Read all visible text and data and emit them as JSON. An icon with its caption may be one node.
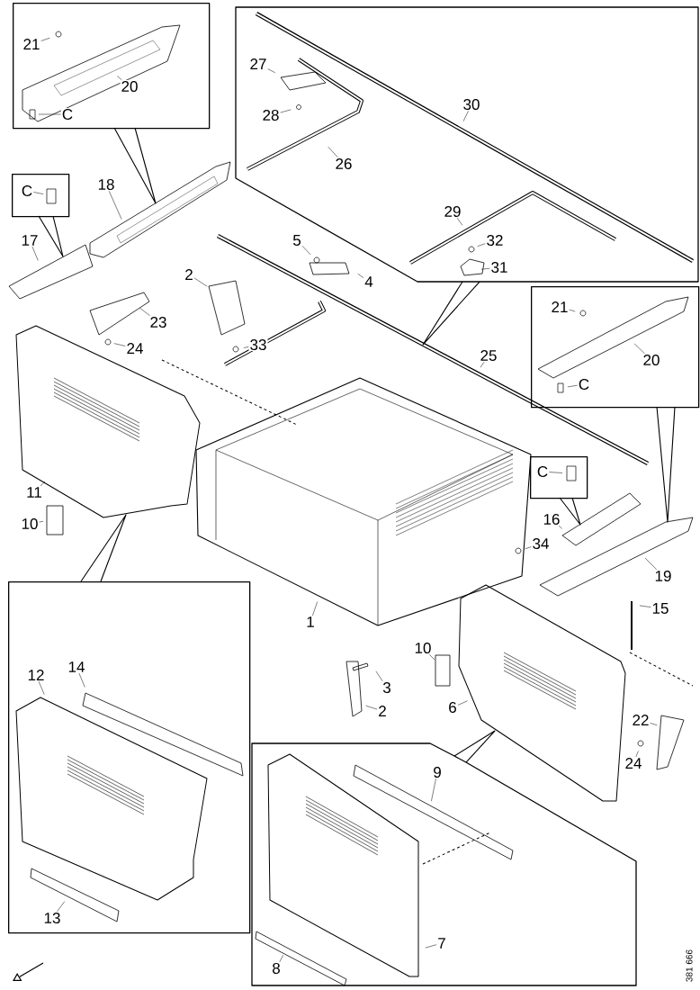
{
  "diagram": {
    "nodes": [
      {
        "text": [],
        "shape": "box"
      },
      {
        "text": [
          "21"
        ],
        "in": 0
      },
      {
        "text": [
          "20"
        ],
        "in": 0
      },
      {
        "text": [
          "C"
        ],
        "in": 0
      },
      {
        "text": [],
        "shape": "box"
      },
      {
        "text": [
          "27"
        ],
        "in": 4
      },
      {
        "text": [
          "28"
        ],
        "in": 4
      },
      {
        "text": [
          "30"
        ],
        "in": 4
      },
      {
        "text": [
          "26"
        ],
        "in": 4
      },
      {
        "text": [
          "29"
        ],
        "in": 4
      },
      {
        "text": [
          "32"
        ],
        "in": 4
      },
      {
        "text": [
          "31"
        ],
        "in": 4
      },
      {
        "text": [
          "18"
        ]
      },
      {
        "text": [],
        "shape": "box"
      },
      {
        "text": [
          "C"
        ],
        "in": 13
      },
      {
        "text": [
          "17"
        ]
      },
      {
        "text": [
          "5"
        ]
      },
      {
        "text": [
          "4"
        ]
      },
      {
        "text": [
          "2"
        ]
      },
      {
        "text": [
          "23"
        ]
      },
      {
        "text": [
          "24"
        ]
      },
      {
        "text": [
          "33"
        ]
      },
      {
        "text": [],
        "shape": "box"
      },
      {
        "text": [
          "21"
        ],
        "in": 22
      },
      {
        "text": [
          "20"
        ],
        "in": 22
      },
      {
        "text": [
          "C"
        ],
        "in": 22
      },
      {
        "text": [
          "25"
        ]
      },
      {
        "text": [
          "11"
        ]
      },
      {
        "text": [
          "10"
        ]
      },
      {
        "text": [],
        "shape": "box"
      },
      {
        "text": [
          "C"
        ],
        "in": 29
      },
      {
        "text": [
          "16"
        ]
      },
      {
        "text": [
          "34"
        ]
      },
      {
        "text": [
          "19"
        ]
      },
      {
        "text": [
          "15"
        ]
      },
      {
        "text": [
          "1"
        ]
      },
      {
        "text": [
          "10"
        ]
      },
      {
        "text": [
          "3"
        ]
      },
      {
        "text": [
          "2"
        ]
      },
      {
        "text": [
          "6"
        ]
      },
      {
        "text": [
          "22"
        ]
      },
      {
        "text": [
          "24"
        ]
      },
      {
        "text": [],
        "shape": "box"
      },
      {
        "text": [
          "12"
        ],
        "in": 42
      },
      {
        "text": [
          "14"
        ],
        "in": 42
      },
      {
        "text": [
          "13"
        ],
        "in": 42
      },
      {
        "text": [],
        "shape": "box"
      },
      {
        "text": [
          "9"
        ],
        "in": 46
      },
      {
        "text": [
          "7"
        ],
        "in": 46
      },
      {
        "text": [
          "8"
        ],
        "in": 46
      }
    ],
    "edges": [
      {
        "from": 1,
        "to": null,
        "arrow": "none"
      },
      {
        "from": 2,
        "to": null,
        "arrow": "none"
      },
      {
        "from": 3,
        "to": null,
        "arrow": "none"
      },
      {
        "from": 5,
        "to": null,
        "arrow": "none"
      },
      {
        "from": 6,
        "to": null,
        "arrow": "none"
      },
      {
        "from": 7,
        "to": null,
        "arrow": "none"
      },
      {
        "from": 8,
        "to": null,
        "arrow": "none"
      },
      {
        "from": 9,
        "to": null,
        "arrow": "none"
      },
      {
        "from": 10,
        "to": null,
        "arrow": "none"
      },
      {
        "from": 11,
        "to": null,
        "arrow": "none"
      },
      {
        "from": 12,
        "to": null,
        "arrow": "none"
      },
      {
        "from": 14,
        "to": null,
        "arrow": "none"
      },
      {
        "from": 15,
        "to": null,
        "arrow": "none"
      },
      {
        "from": 16,
        "to": null,
        "arrow": "none"
      },
      {
        "from": 17,
        "to": null,
        "arrow": "none"
      },
      {
        "from": 18,
        "to": null,
        "arrow": "none"
      },
      {
        "from": 19,
        "to": null,
        "arrow": "none"
      },
      {
        "from": 20,
        "to": null,
        "arrow": "none"
      },
      {
        "from": 21,
        "to": null,
        "arrow": "none"
      },
      {
        "from": 23,
        "to": null,
        "arrow": "none"
      },
      {
        "from": 24,
        "to": null,
        "arrow": "none"
      },
      {
        "from": 25,
        "to": null,
        "arrow": "none"
      },
      {
        "from": 26,
        "to": null,
        "arrow": "none"
      },
      {
        "from": 27,
        "to": null,
        "arrow": "none"
      },
      {
        "from": 28,
        "to": null,
        "arrow": "none"
      },
      {
        "from": 30,
        "to": null,
        "arrow": "none"
      },
      {
        "from": 31,
        "to": null,
        "arrow": "none"
      },
      {
        "from": 32,
        "to": null,
        "arrow": "none"
      },
      {
        "from": 33,
        "to": null,
        "arrow": "none"
      },
      {
        "from": 34,
        "to": null,
        "arrow": "none"
      },
      {
        "from": 35,
        "to": null,
        "arrow": "none"
      },
      {
        "from": 36,
        "to": null,
        "arrow": "none"
      },
      {
        "from": 37,
        "to": null,
        "arrow": "none"
      },
      {
        "from": 38,
        "to": null,
        "arrow": "none"
      },
      {
        "from": 39,
        "to": null,
        "arrow": "none"
      },
      {
        "from": 40,
        "to": null,
        "arrow": "none"
      },
      {
        "from": 41,
        "to": null,
        "arrow": "none"
      },
      {
        "from": 43,
        "to": null,
        "arrow": "none"
      },
      {
        "from": 44,
        "to": null,
        "arrow": "none"
      },
      {
        "from": 45,
        "to": null,
        "arrow": "none"
      },
      {
        "from": 47,
        "to": null,
        "arrow": "none"
      },
      {
        "from": 48,
        "to": null,
        "arrow": "none"
      },
      {
        "from": 49,
        "to": null,
        "arrow": "none"
      }
    ],
    "labels": [
      "381 666"
    ]
  }
}
